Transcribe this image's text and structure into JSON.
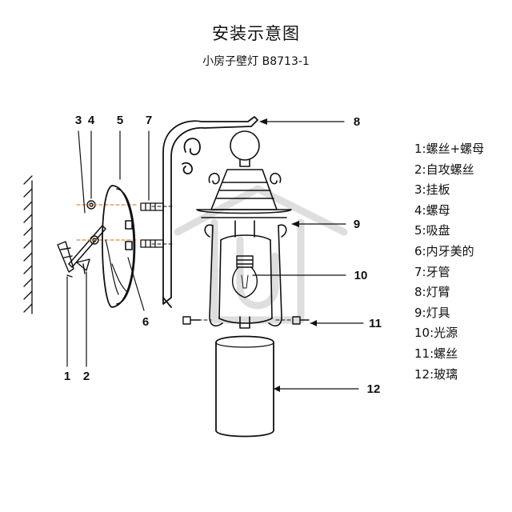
{
  "diagram": {
    "title": "安装示意图",
    "subtitle": "小房子壁灯 B8713-1",
    "callouts": [
      "1",
      "2",
      "3",
      "4",
      "5",
      "6",
      "7",
      "8",
      "9",
      "10",
      "11",
      "12"
    ],
    "legend": [
      "1:螺丝+螺母",
      "2:自攻螺丝",
      "3:挂板",
      "4:螺母",
      "5:吸盘",
      "6:内牙美的",
      "7:牙管",
      "8:灯臂",
      "9:灯具",
      "10:光源",
      "11:螺丝",
      "12:玻璃"
    ]
  },
  "colors": {
    "line": "#111111",
    "watermark": "#d6d6d6",
    "orange_dash": "#e08a3c"
  }
}
